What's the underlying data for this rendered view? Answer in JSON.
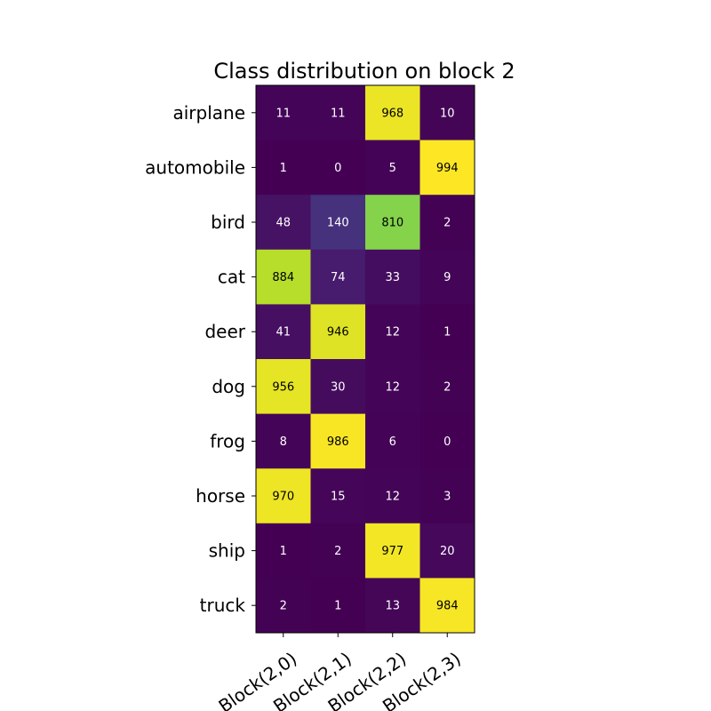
{
  "chart_data": {
    "type": "heatmap",
    "title": "Class distribution on block 2",
    "xlabel": "",
    "ylabel": "",
    "x_categories": [
      "Block(2,0)",
      "Block(2,1)",
      "Block(2,2)",
      "Block(2,3)"
    ],
    "y_categories": [
      "airplane",
      "automobile",
      "bird",
      "cat",
      "deer",
      "dog",
      "frog",
      "horse",
      "ship",
      "truck"
    ],
    "values": [
      [
        11,
        11,
        968,
        10
      ],
      [
        1,
        0,
        5,
        994
      ],
      [
        48,
        140,
        810,
        2
      ],
      [
        884,
        74,
        33,
        9
      ],
      [
        41,
        946,
        12,
        1
      ],
      [
        956,
        30,
        12,
        2
      ],
      [
        8,
        986,
        6,
        0
      ],
      [
        970,
        15,
        12,
        3
      ],
      [
        1,
        2,
        977,
        20
      ],
      [
        2,
        1,
        13,
        984
      ]
    ],
    "colormap": "viridis",
    "vmin": 0,
    "vmax": 994,
    "grid": false,
    "legend": "none"
  }
}
